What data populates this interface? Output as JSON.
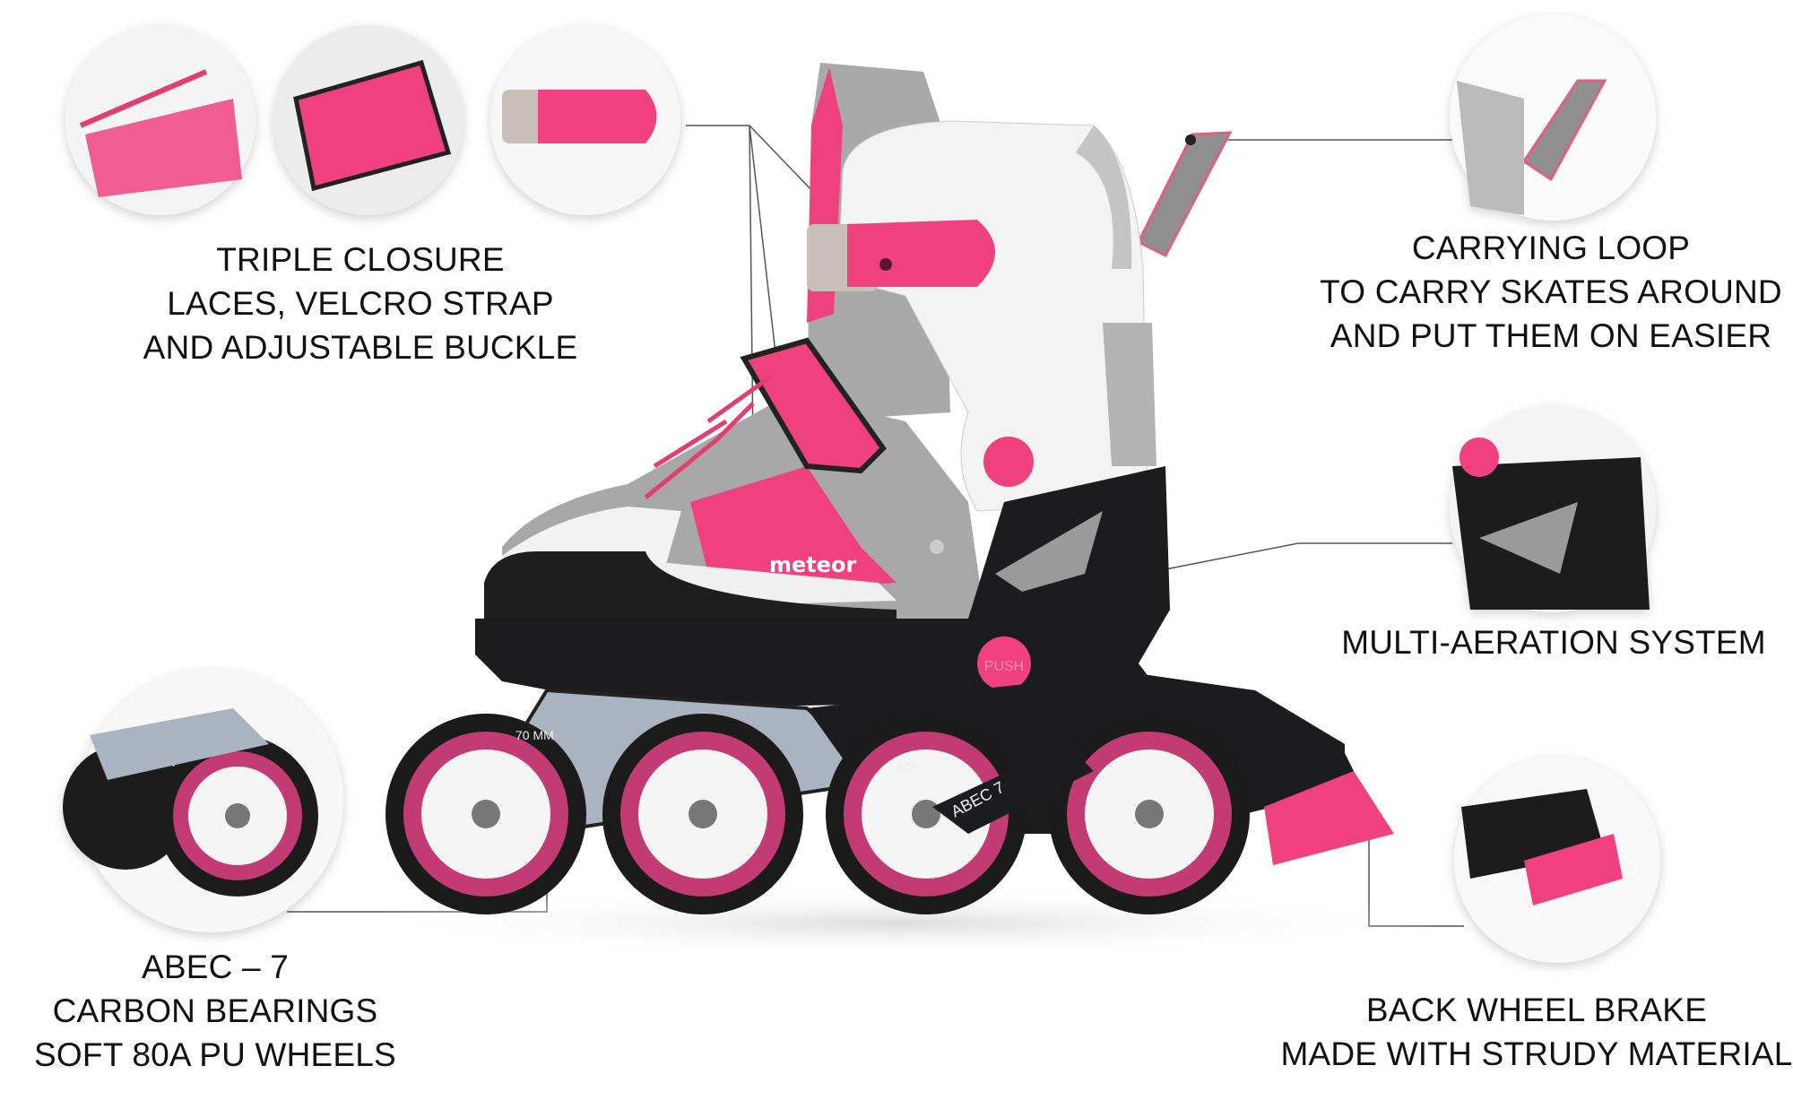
{
  "colors": {
    "accent_pink": "#f0417f",
    "shell_black": "#1c1c1e",
    "frame_grey": "#a9b4c0",
    "mesh_grey": "#b5b5b5"
  },
  "brand_logo": "meteor",
  "skate_markings": {
    "push_button": "PUSH",
    "abec": "ABEC 7",
    "wheel_size": "70 MM",
    "wheel_hardness": "80A"
  },
  "features": {
    "closure": {
      "lines": [
        "TRIPLE CLOSURE",
        "LACES, VELCRO STRAP",
        "AND ADJUSTABLE BUCKLE"
      ]
    },
    "loop": {
      "lines": [
        "CARRYING LOOP",
        "TO CARRY SKATES AROUND",
        "AND PUT THEM ON EASIER"
      ]
    },
    "aeration": {
      "lines": [
        "MULTI-AERATION SYSTEM"
      ]
    },
    "bearings": {
      "lines": [
        "ABEC – 7",
        "CARBON BEARINGS",
        "SOFT 80A PU WHEELS"
      ]
    },
    "brake": {
      "lines": [
        "BACK WHEEL BRAKE",
        "MADE WITH STRUDY MATERIAL"
      ]
    }
  }
}
